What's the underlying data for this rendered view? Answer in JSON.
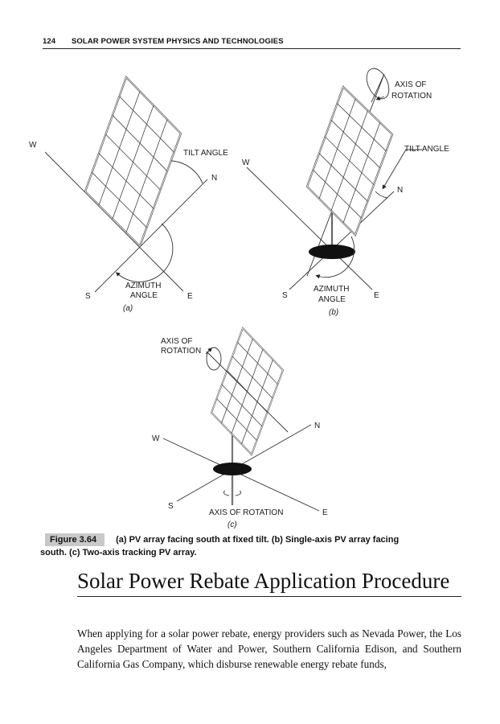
{
  "header": {
    "page_number": "124",
    "running_title": "SOLAR POWER SYSTEM PHYSICS AND TECHNOLOGIES"
  },
  "figure": {
    "panel_a": {
      "sublabel": "(a)",
      "compass": {
        "w": "W",
        "n": "N",
        "s": "S",
        "e": "E"
      },
      "tilt_angle_label": "TILT ANGLE",
      "azimuth_label_line1": "AZIMUTH",
      "azimuth_label_line2": "ANGLE"
    },
    "panel_b": {
      "sublabel": "(b)",
      "compass": {
        "w": "W",
        "n": "N",
        "s": "S",
        "e": "E"
      },
      "axis_label_line1": "AXIS OF",
      "axis_label_line2": "ROTATION",
      "tilt_angle_label": "TILT ANGLE",
      "azimuth_label_line1": "AZIMUTH",
      "azimuth_label_line2": "ANGLE"
    },
    "panel_c": {
      "sublabel": "(c)",
      "compass": {
        "w": "W",
        "n": "N",
        "s": "S",
        "e": "E"
      },
      "axis_label_line1": "AXIS OF",
      "axis_label_line2": "ROTATION",
      "vertical_axis_label": "AXIS OF ROTATION"
    }
  },
  "caption": {
    "label": "Figure 3.64",
    "text_line1": "(a) PV array facing south at fixed tilt. (b) Single-axis PV array facing",
    "text_line2": "south. (c) Two-axis tracking PV array."
  },
  "section": {
    "title": "Solar Power Rebate Application Procedure",
    "body": "When applying for a solar power rebate, energy providers such as Nevada Power, the Los Angeles Department of Water and Power, Southern California Edison, and Southern California Gas Company, which disburse renewable energy rebate funds,"
  }
}
